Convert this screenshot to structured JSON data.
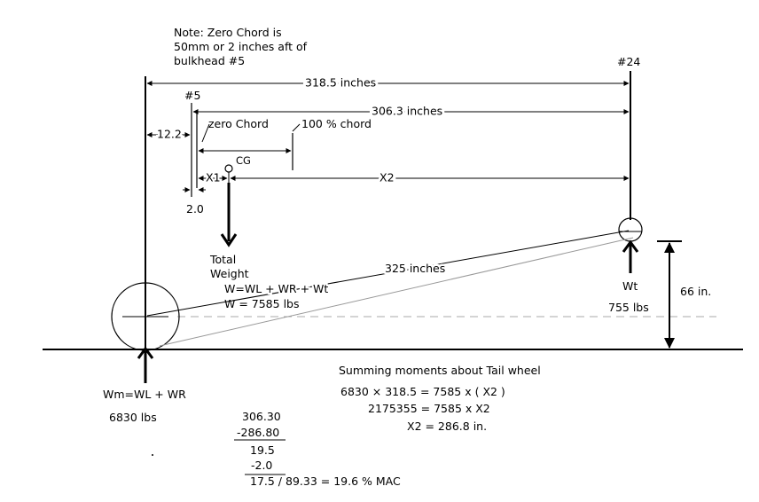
{
  "note": {
    "line1": "Note: Zero Chord is",
    "line2": "50mm or 2 inches aft of",
    "line3": "bulkhead #5"
  },
  "labels": {
    "station_24": "#24",
    "station_5": "#5",
    "dim_318": "318.5  inches",
    "dim_306": "306.3 inches",
    "dim_12": "12.2",
    "zero_chord": "zero Chord",
    "hundred_chord": "100 % chord",
    "cg": "CG",
    "x1": "X1",
    "x2": "X2",
    "dim_2": "2.0",
    "total_weight_1": "Total",
    "total_weight_2": "Weight",
    "w_formula": "W=WL + WR + Wt",
    "w_value": "W = 7585 lbs",
    "dim_325": "325  inches",
    "wt": "Wt",
    "height_66": "66 in.",
    "wt_value": "755  lbs",
    "wm_formula": "Wm=WL + WR",
    "wm_value": "6830  lbs"
  },
  "calc": {
    "heading": "Summing moments about  Tail wheel",
    "eq1": "6830  ×  318.5 = 7585 x ( X2 )",
    "eq2": "2175355  =  7585 x X2",
    "eq3": "X2 = 286.8 in.",
    "sub1": "306.30",
    "sub2": "-286.80",
    "sub3": "19.5",
    "sub4": "-2.0",
    "result": "17.5 / 89.33 = 19.6 % MAC"
  }
}
